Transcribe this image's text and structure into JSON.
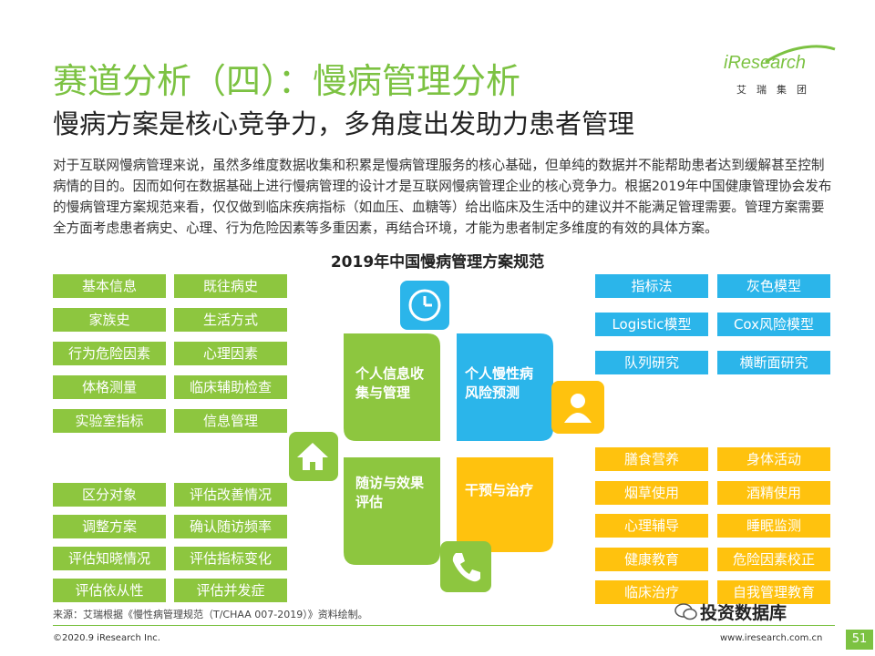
{
  "header": {
    "title": "赛道分析（四）：慢病管理分析",
    "subtitle": "慢病方案是核心竞争力，多角度出发助力患者管理"
  },
  "logo": {
    "word": "iResearch",
    "sub": "艾瑞集团"
  },
  "intro": "对于互联网慢病管理来说，虽然多维度数据收集和积累是慢病管理服务的核心基础，但单纯的数据并不能帮助患者达到缓解甚至控制病情的目的。因而如何在数据基础上进行慢病管理的设计才是互联网慢病管理企业的核心竞争力。根据2019年中国健康管理协会发布的慢病管理方案规范来看，仅仅做到临床疾病指标（如血压、血糖等）给出临床及生活中的建议并不能满足管理需要。管理方案需要全方面考虑患者病史、心理、行为危险因素等多重因素，再结合环境，才能为患者制定多维度的有效的具体方案。",
  "diagram": {
    "title": "2019年中国慢病管理方案规范",
    "quadrants": {
      "top_left": "个人信息收集与管理",
      "top_right": "个人慢性病风险预测",
      "bottom_left": "随访与效果评估",
      "bottom_right": "干预与治疗"
    },
    "green_top_tags": [
      "基本信息",
      "既往病史",
      "家族史",
      "生活方式",
      "行为危险因素",
      "心理因素",
      "体格测量",
      "临床辅助检查",
      "实验室指标",
      "信息管理"
    ],
    "green_bottom_tags": [
      "区分对象",
      "评估改善情况",
      "调整方案",
      "确认随访频率",
      "评估知晓情况",
      "评估指标变化",
      "评估依从性",
      "评估并发症"
    ],
    "blue_tags": [
      "指标法",
      "灰色模型",
      "Logistic模型",
      "Cox风险模型",
      "队列研究",
      "横断面研究"
    ],
    "yellow_tags": [
      "膳食营养",
      "身体活动",
      "烟草使用",
      "酒精使用",
      "心理辅导",
      "睡眠监测",
      "健康教育",
      "危险因素校正",
      "临床治疗",
      "自我管理教育"
    ],
    "colors": {
      "green": "#8dc63f",
      "blue": "#2bb5ea",
      "yellow": "#ffc20e",
      "title_green": "#7cc242"
    },
    "icons": [
      "clock-icon",
      "person-icon",
      "house-icon",
      "phone-icon"
    ]
  },
  "footer": {
    "source": "来源：艾瑞根据《慢性病管理规范（T/CHAA 007-2019）》资料绘制。",
    "copyright": "©2020.9 iResearch Inc.",
    "website": "www.iresearch.com.cn",
    "page": "51",
    "watermark": "投资数据库"
  }
}
